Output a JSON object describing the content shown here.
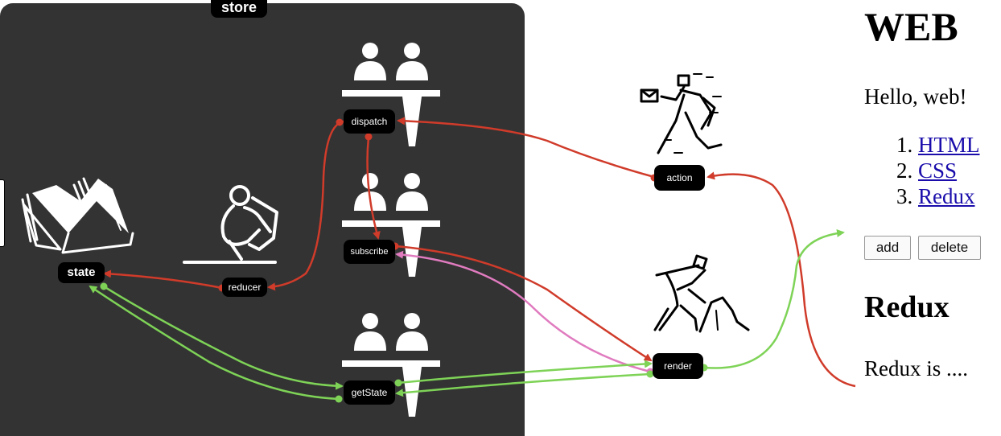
{
  "store": {
    "label": "store"
  },
  "nodes": {
    "state": "state",
    "reducer": "reducer",
    "dispatch": "dispatch",
    "subscribe": "subscribe",
    "getState": "getState",
    "action": "action",
    "render": "render"
  },
  "web": {
    "title": "WEB",
    "greeting": "Hello, web!",
    "list": [
      {
        "number": "1.",
        "label": "HTML"
      },
      {
        "number": "2.",
        "label": "CSS"
      },
      {
        "number": "3.",
        "label": "Redux"
      }
    ],
    "buttons": {
      "add": "add",
      "delete": "delete"
    },
    "section_title": "Redux",
    "section_text": "Redux is ...."
  },
  "colors": {
    "store_bg": "#333333",
    "flow_red": "#d03b2a",
    "flow_green": "#7ed357",
    "flow_pink": "#e07bbf",
    "link_blue": "#1a0dab"
  }
}
